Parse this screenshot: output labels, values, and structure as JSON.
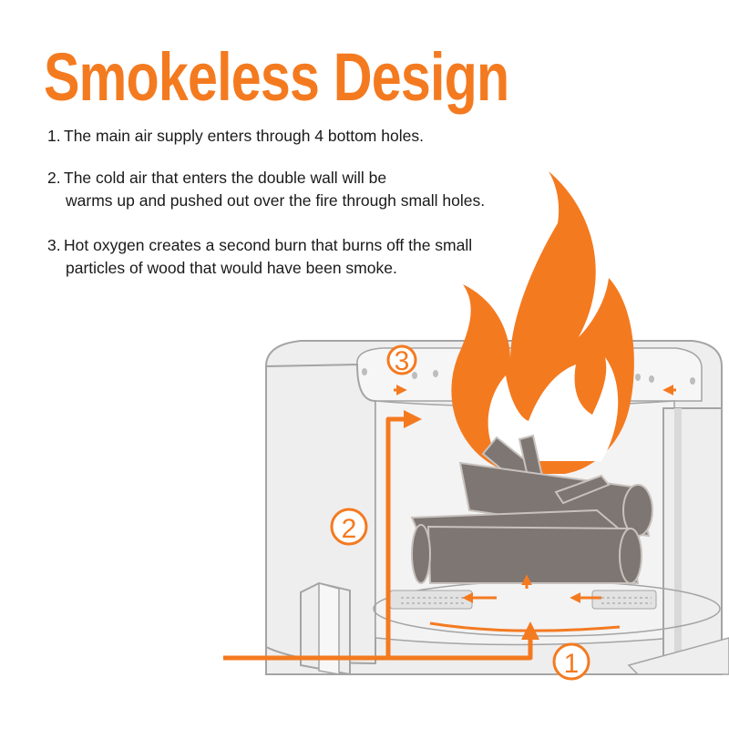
{
  "title": "Smokeless Design",
  "steps": [
    {
      "number": "1.",
      "lines": [
        "The main air supply enters through 4 bottom holes."
      ]
    },
    {
      "number": "2.",
      "lines": [
        "The cold air that enters the double wall will be",
        "warms up and pushed out over the fire through small holes."
      ]
    },
    {
      "number": "3.",
      "lines": [
        "Hot oxygen creates a second burn that burns off the small",
        "particles of wood that would have been smoke."
      ]
    }
  ],
  "markers": {
    "one": "1",
    "two": "2",
    "three": "3"
  },
  "colors": {
    "accent": "#f47a20",
    "flame": "#f47a20",
    "wood": "#7d7672",
    "wall": "#eeeeee",
    "outline": "#a4a4a4"
  },
  "icons": [
    "flame-icon",
    "wood-logs-icon",
    "air-flow-arrow-icon"
  ]
}
